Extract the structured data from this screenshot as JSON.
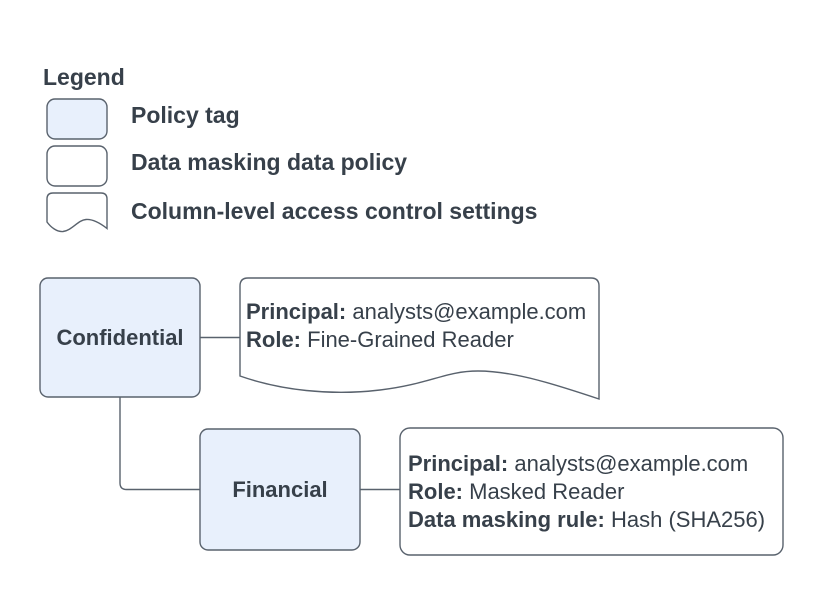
{
  "colors": {
    "policy_tag_fill": "#e8f0fc",
    "shape_stroke": "#59626d",
    "text": "#37404a",
    "background": "#ffffff"
  },
  "legend": {
    "title": "Legend",
    "items": [
      {
        "swatch": "policy-tag",
        "label": "Policy tag"
      },
      {
        "swatch": "data-masking-data-policy",
        "label": "Data masking data policy"
      },
      {
        "swatch": "column-level-access-control",
        "label": "Column-level access control settings"
      }
    ]
  },
  "diagram": {
    "nodes": {
      "confidential": {
        "label": "Confidential",
        "type": "policy-tag"
      },
      "financial": {
        "label": "Financial",
        "type": "policy-tag"
      }
    },
    "access_control": {
      "type": "column-level-access-control-settings",
      "principal_label": "Principal:",
      "principal_value": "analysts@example.com",
      "role_label": "Role:",
      "role_value": "Fine-Grained Reader"
    },
    "data_policy": {
      "type": "data-masking-data-policy",
      "principal_label": "Principal:",
      "principal_value": "analysts@example.com",
      "role_label": "Role:",
      "role_value": "Masked Reader",
      "rule_label": "Data masking rule:",
      "rule_value": "Hash (SHA256)"
    }
  }
}
